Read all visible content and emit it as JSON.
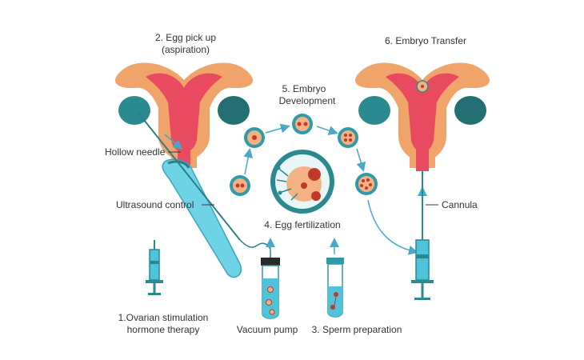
{
  "labels": {
    "step2_line1": "2. Egg pick up",
    "step2_line2": "(aspiration)",
    "step5_line1": "5. Embryo",
    "step5_line2": "Development",
    "step6": "6. Embryo Transfer",
    "hollow_needle": "Hollow needle",
    "ultrasound": "Ultrasound control",
    "step4": "4. Egg fertilization",
    "cannula": "Cannula",
    "step1_line1": "1.Ovarian stimulation",
    "step1_line2": "hormone therapy",
    "vacuum": "Vacuum pump",
    "step3": "3. Sperm preparation"
  },
  "colors": {
    "uterus_outer": "#f0a46a",
    "uterus_inner": "#e84a5f",
    "ovary": "#2b8a8f",
    "ovary_dark": "#236f74",
    "teal": "#2f9aa8",
    "light_blue": "#4fc3d9",
    "cell_orange": "#f4b183",
    "nucleus": "#c0392b",
    "arrow": "#4aa8c8"
  }
}
